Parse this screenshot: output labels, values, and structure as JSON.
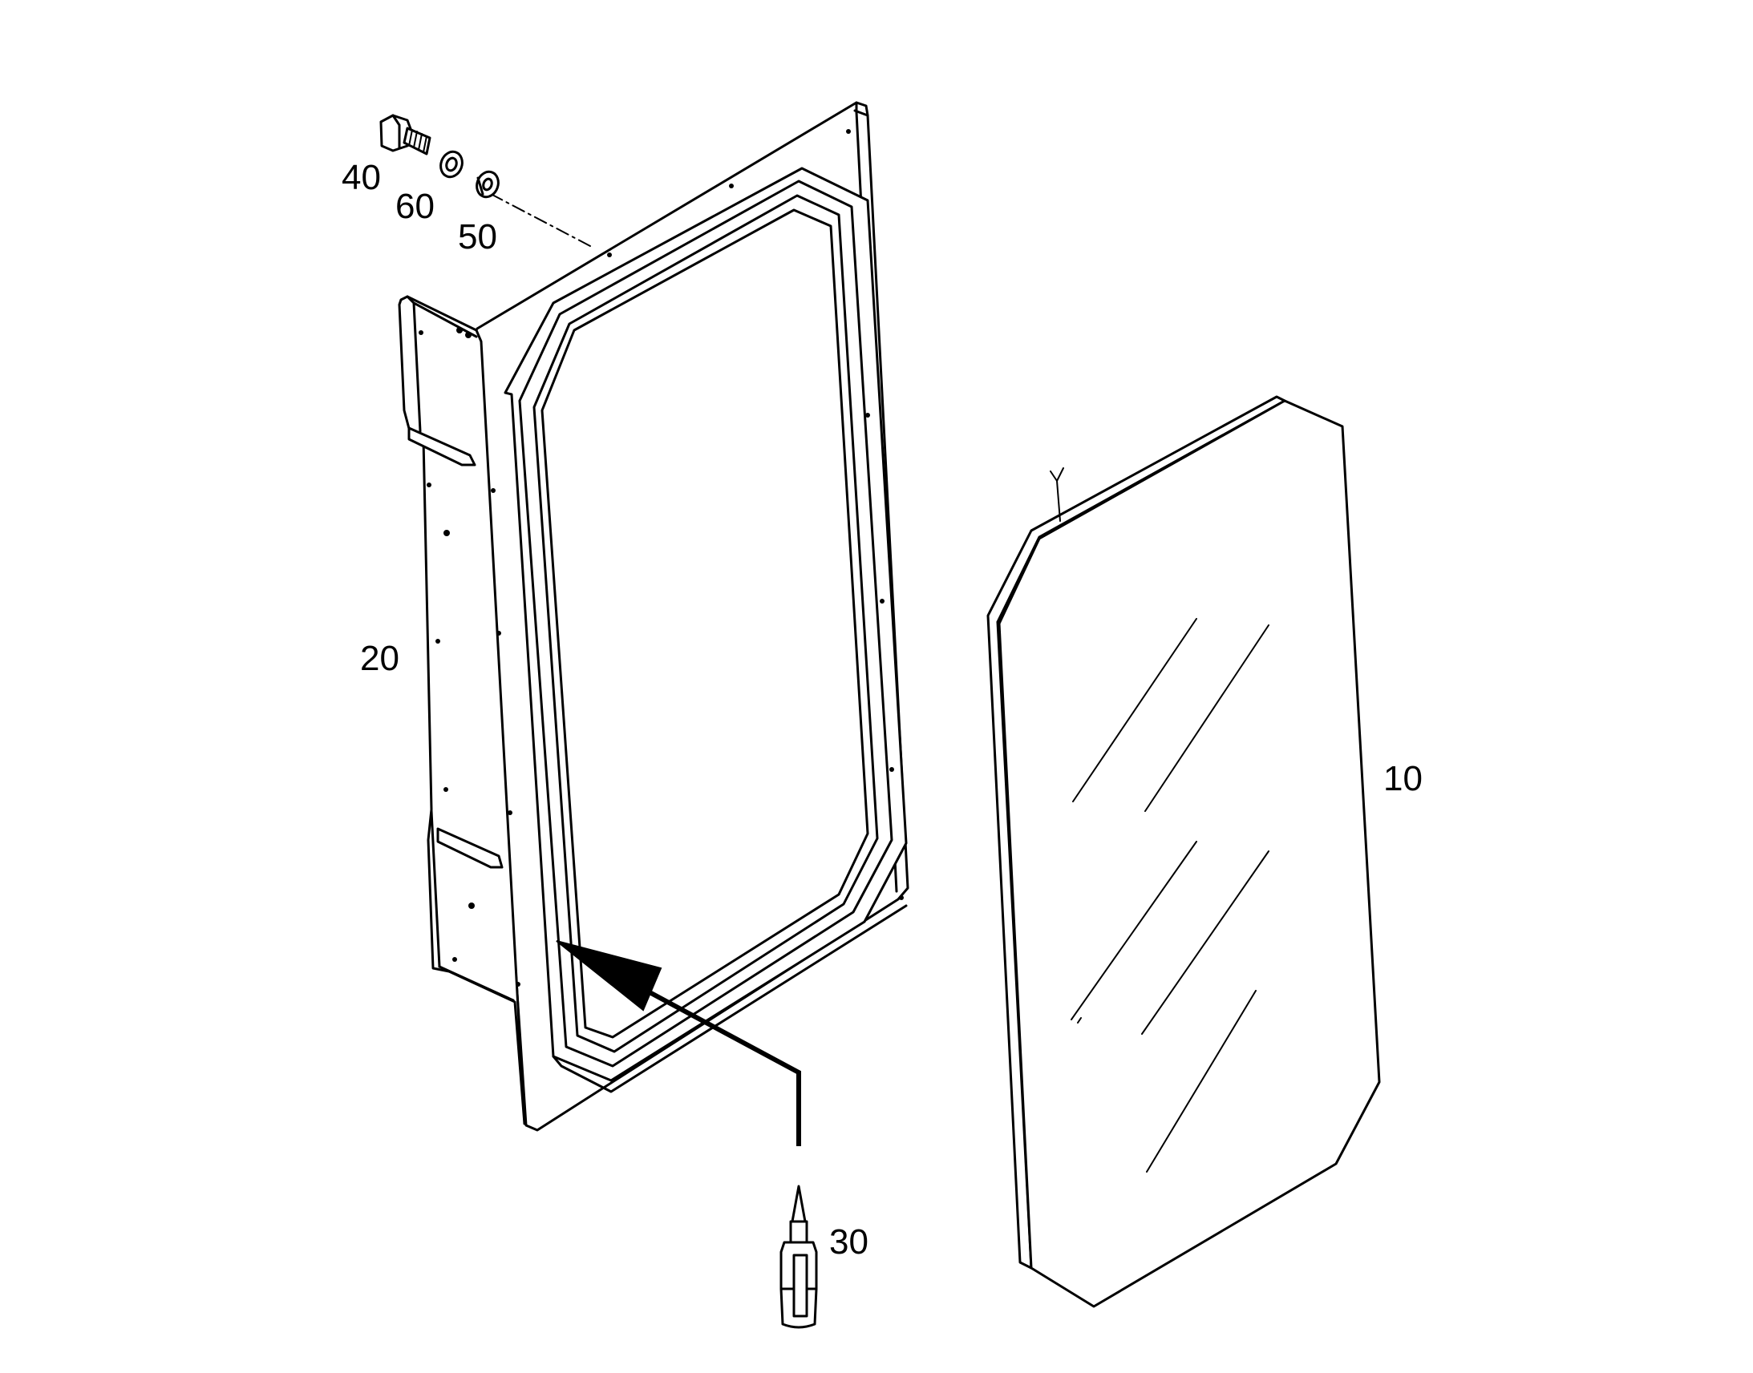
{
  "diagram": {
    "labels": {
      "part_40": "40",
      "part_60": "60",
      "part_50": "50",
      "part_20": "20",
      "part_10": "10",
      "part_30": "30"
    },
    "colors": {
      "line": "#000000",
      "background": "#ffffff"
    },
    "icons": {
      "bolt": "bolt-icon",
      "washer": "washer-icon",
      "nut": "nut-icon",
      "sealant_tube": "sealant-tube-icon",
      "glass_pane": "glass-pane-icon",
      "frame": "window-frame-icon",
      "arrow": "application-arrow-icon"
    }
  }
}
